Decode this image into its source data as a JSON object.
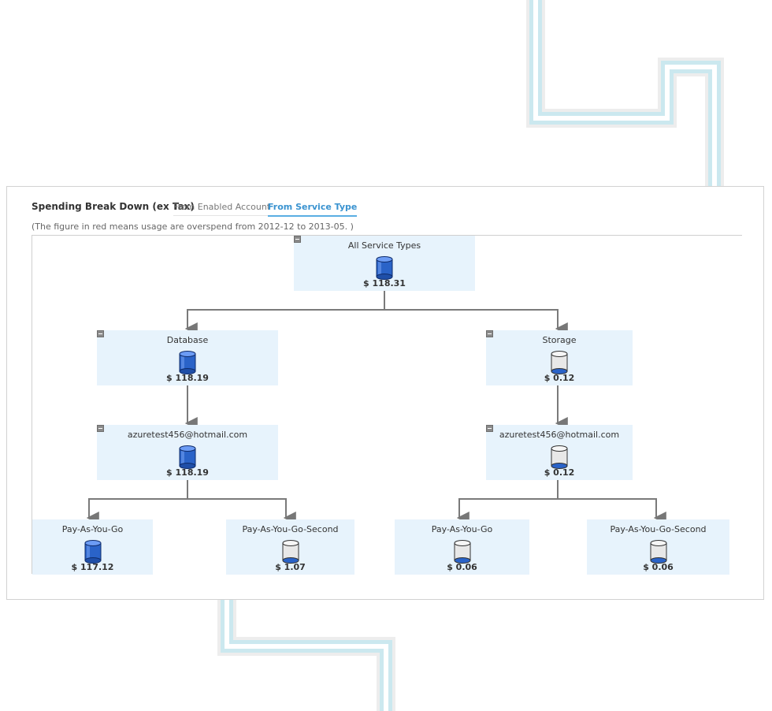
{
  "header": {
    "title": "Spending Break Down (ex Tax)",
    "tab_enabled_account": "From Enabled Account",
    "tab_service_type": "From Service Type",
    "active_tab": "From Service Type",
    "note": "(The figure in red means usage are overspend from 2012-12 to 2013-05. )"
  },
  "colors": {
    "node_bg": "#e7f3fc",
    "active_tab": "#3a93d0",
    "cylinder_fill": "#2a63c8",
    "cylinder_empty": "#e8e8e8",
    "pipe": "#cbe8ef"
  },
  "tree": {
    "root": {
      "label": "All Service Types",
      "value": "$ 118.31",
      "icon": "database-cylinder-full-icon"
    },
    "database": {
      "label": "Database",
      "value": "$ 118.19",
      "icon": "database-cylinder-full-icon"
    },
    "storage": {
      "label": "Storage",
      "value": "$ 0.12",
      "icon": "database-cylinder-low-icon"
    },
    "database_account": {
      "label": "azuretest456@hotmail.com",
      "value": "$ 118.19",
      "icon": "database-cylinder-full-icon"
    },
    "storage_account": {
      "label": "azuretest456@hotmail.com",
      "value": "$ 0.12",
      "icon": "database-cylinder-low-icon"
    },
    "database_payg": {
      "label": "Pay-As-You-Go",
      "value": "$ 117.12",
      "icon": "database-cylinder-full-icon"
    },
    "database_payg_second": {
      "label": "Pay-As-You-Go-Second",
      "value": "$ 1.07",
      "icon": "database-cylinder-low-icon"
    },
    "storage_payg": {
      "label": "Pay-As-You-Go",
      "value": "$ 0.06",
      "icon": "database-cylinder-low-icon"
    },
    "storage_payg_second": {
      "label": "Pay-As-You-Go-Second",
      "value": "$ 0.06",
      "icon": "database-cylinder-low-icon"
    }
  }
}
